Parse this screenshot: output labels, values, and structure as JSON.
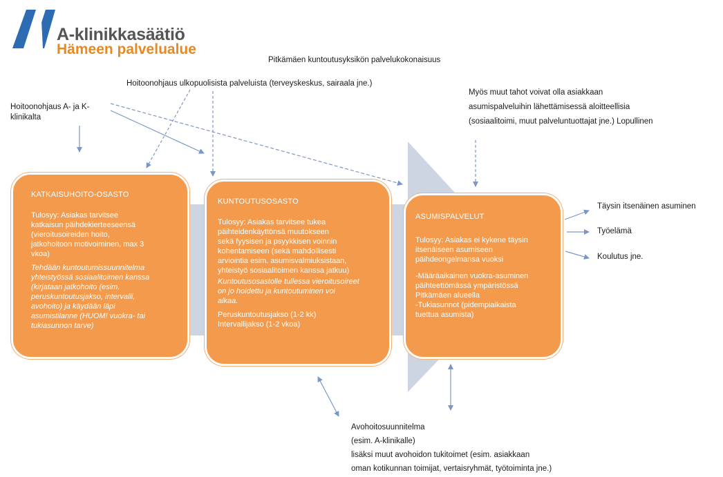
{
  "logo": {
    "title": "A-klinikkasäätiö",
    "subtitle": "Hämeen palvelualue"
  },
  "diagram_title": "Pitkämäen kuntoutusyksikön palvelukokonaisuus",
  "referral_outside": "Hoitoonohjaus ulkopuolisista palveluista (terveyskeskus, sairaala jne.)",
  "referral_clinic": "Hoitoonohjaus A- ja K-\nklinikalta",
  "other_parties": "Myös muut tahot voivat olla asiakkaan\nasumispalveluihin lähettämisessä aloitteellisia\n(sosiaalitoimi, muut palveluntuottajat jne.) Lopullinen",
  "box_crisis": {
    "title": "KATKAISUHOITO-OSASTO",
    "p1": "Tulosyy: Asiakas tarvitsee\nkatkaisun päihdekierteeseensä\n(vieroitusoireiden hoito,\njatkohoitoon motivoiminen, max 3\nvkoa)",
    "p2": "Tehdään kuntoutumissuunnitelma\nyhteistyössä sosiaalitoimen kanssa\n(kirjataan jatkohoito (esim.\nperuskuntoutusjakso, intervalli,\navohoito) ja käydään läpi\nasumistilanne (HUOM! vuokra- tai\ntukiasunnon tarve)"
  },
  "box_rehab": {
    "title": "KUNTOUTUSOSASTO",
    "p1": "Tulosyy: Asiakas tarvitsee tukea\npäihteidenkäyttönsä muutokseen\nsekä fyysisen ja psyykkisen voinnin\nkohentamiseen (sekä mahdollisesti\narviointia esim. asumisvalmiuksistaan,\nyhteistyö sosiaalitoimen kanssa jatkuu)",
    "p2": "Kuntoutusosastolle tullessa vieroitusoireet\non jo hoidettu ja kuntoutuminen voi\nalkaa.",
    "p3": "Peruskuntoutusjakso (1-2 kk)\nIntervallijakso  (1-2 vkoa)"
  },
  "box_housing": {
    "title": "ASUMISPALVELUT",
    "p1": "Tulosyy: Asiakas ei kykene täysin\nitsenäiseen asumiseen\npäihdeongelmansa vuoksi",
    "p2": "-Määräaikainen vuokra-asuminen\npäihteettömässä ympäristössä\nPitkämäen alueella\n-Tukiasunnot (pidempiaikaista\ntuettua asumista)"
  },
  "outcomes": [
    "Täysin itsenäinen asuminen",
    "Työelämä",
    "Koulutus jne."
  ],
  "outpatient": "Avohoitosuunnitelma\n(esim. A-klinikalle)\nlisäksi muut avohoidon tukitoimet (esim. asiakkaan\noman kotikunnan toimijat, vertaisryhmät, työtoiminta jne.)",
  "colors": {
    "box_fill": "#f39a4c",
    "arrow_blue": "#7b96c4",
    "chevron": "#cdd5e3",
    "logo_blue": "#2d6bb3",
    "logo_orange": "#e8891f"
  }
}
